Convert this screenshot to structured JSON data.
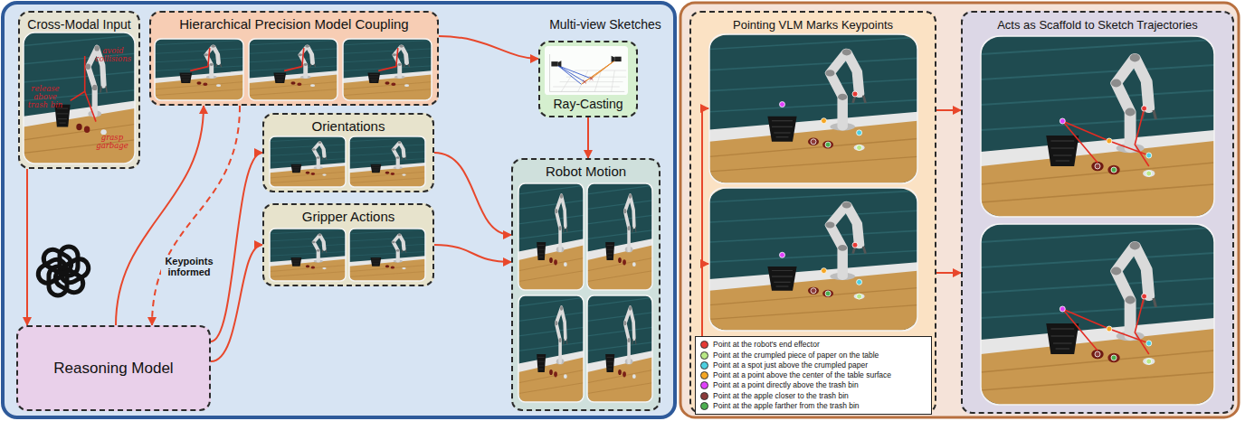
{
  "diagram": {
    "nodes": [
      {
        "text": [
          "Cross-Modal Input"
        ]
      },
      {
        "text": [
          "Hierarchical Precision Model Coupling"
        ]
      },
      {
        "text": [
          "Ray-Casting"
        ]
      },
      {
        "text": [
          "Orientations"
        ]
      },
      {
        "text": [
          "Gripper Actions"
        ]
      },
      {
        "text": [
          "Robot Motion"
        ]
      },
      {
        "text": [
          "Reasoning Model"
        ]
      },
      {
        "text": [
          "Pointing VLM Marks Keypoints"
        ]
      },
      {
        "text": [
          "Acts as Scaffold to Sketch Trajectories"
        ]
      }
    ],
    "edges": [
      {
        "from": 0,
        "to": 6,
        "arrow": "to"
      },
      {
        "from": 6,
        "to": 1,
        "arrow": "to"
      },
      {
        "from": 1,
        "to": 6,
        "arrow": "to"
      },
      {
        "from": 1,
        "to": 2,
        "arrow": "to"
      },
      {
        "from": 2,
        "to": 5,
        "arrow": "to"
      },
      {
        "from": 6,
        "to": 3,
        "arrow": "to"
      },
      {
        "from": 6,
        "to": 4,
        "arrow": "to"
      },
      {
        "from": 3,
        "to": 5,
        "arrow": "to"
      },
      {
        "from": 4,
        "to": 5,
        "arrow": "to"
      },
      {
        "from": 7,
        "to": 8,
        "arrow": "to"
      },
      {
        "from": 7,
        "to": 8,
        "arrow": "to"
      }
    ],
    "labels": [
      "avoid collisions",
      "release above trash bin",
      "grasp garbage",
      "Multi-view Sketches",
      "Keypoints informed"
    ],
    "legend": [
      {
        "text": "Point at the robot's end effector",
        "color": "#e53935"
      },
      {
        "text": "Point at the crumpled piece of paper on the table",
        "color": "#b9e986"
      },
      {
        "text": "Point at a spot just above the crumpled paper",
        "color": "#4dd0e1"
      },
      {
        "text": "Point at a point above the center of the table surface",
        "color": "#f5a623"
      },
      {
        "text": "Point at a point directly above the trash bin",
        "color": "#e040fb"
      },
      {
        "text": "Point at the apple closer to the trash bin",
        "color": "#8b3a3a"
      },
      {
        "text": "Point at the apple farther from the trash bin",
        "color": "#4caf50"
      }
    ]
  }
}
